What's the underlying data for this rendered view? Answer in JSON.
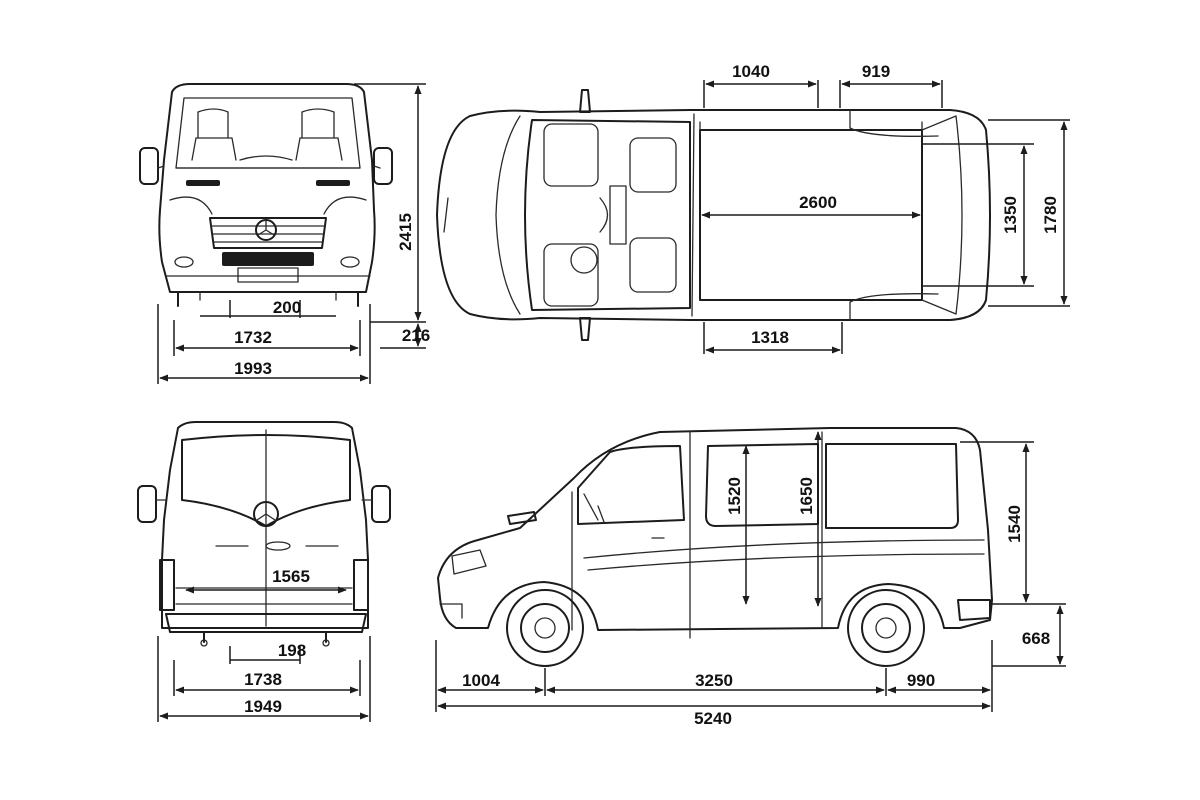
{
  "dimensions": {
    "front_width_1732": "1732",
    "front_width_1993": "1993",
    "front_clearance_200": "200",
    "height_2415": "2415",
    "step_216": "216",
    "top_1040": "1040",
    "top_919": "919",
    "top_2600": "2600",
    "top_1350": "1350",
    "top_1780": "1780",
    "top_1318": "1318",
    "rear_1565": "1565",
    "rear_198": "198",
    "rear_1738": "1738",
    "rear_1949": "1949",
    "side_1520": "1520",
    "side_1650": "1650",
    "side_1540": "1540",
    "side_668": "668",
    "side_1004": "1004",
    "side_3250": "3250",
    "side_990": "990",
    "side_5240": "5240"
  }
}
